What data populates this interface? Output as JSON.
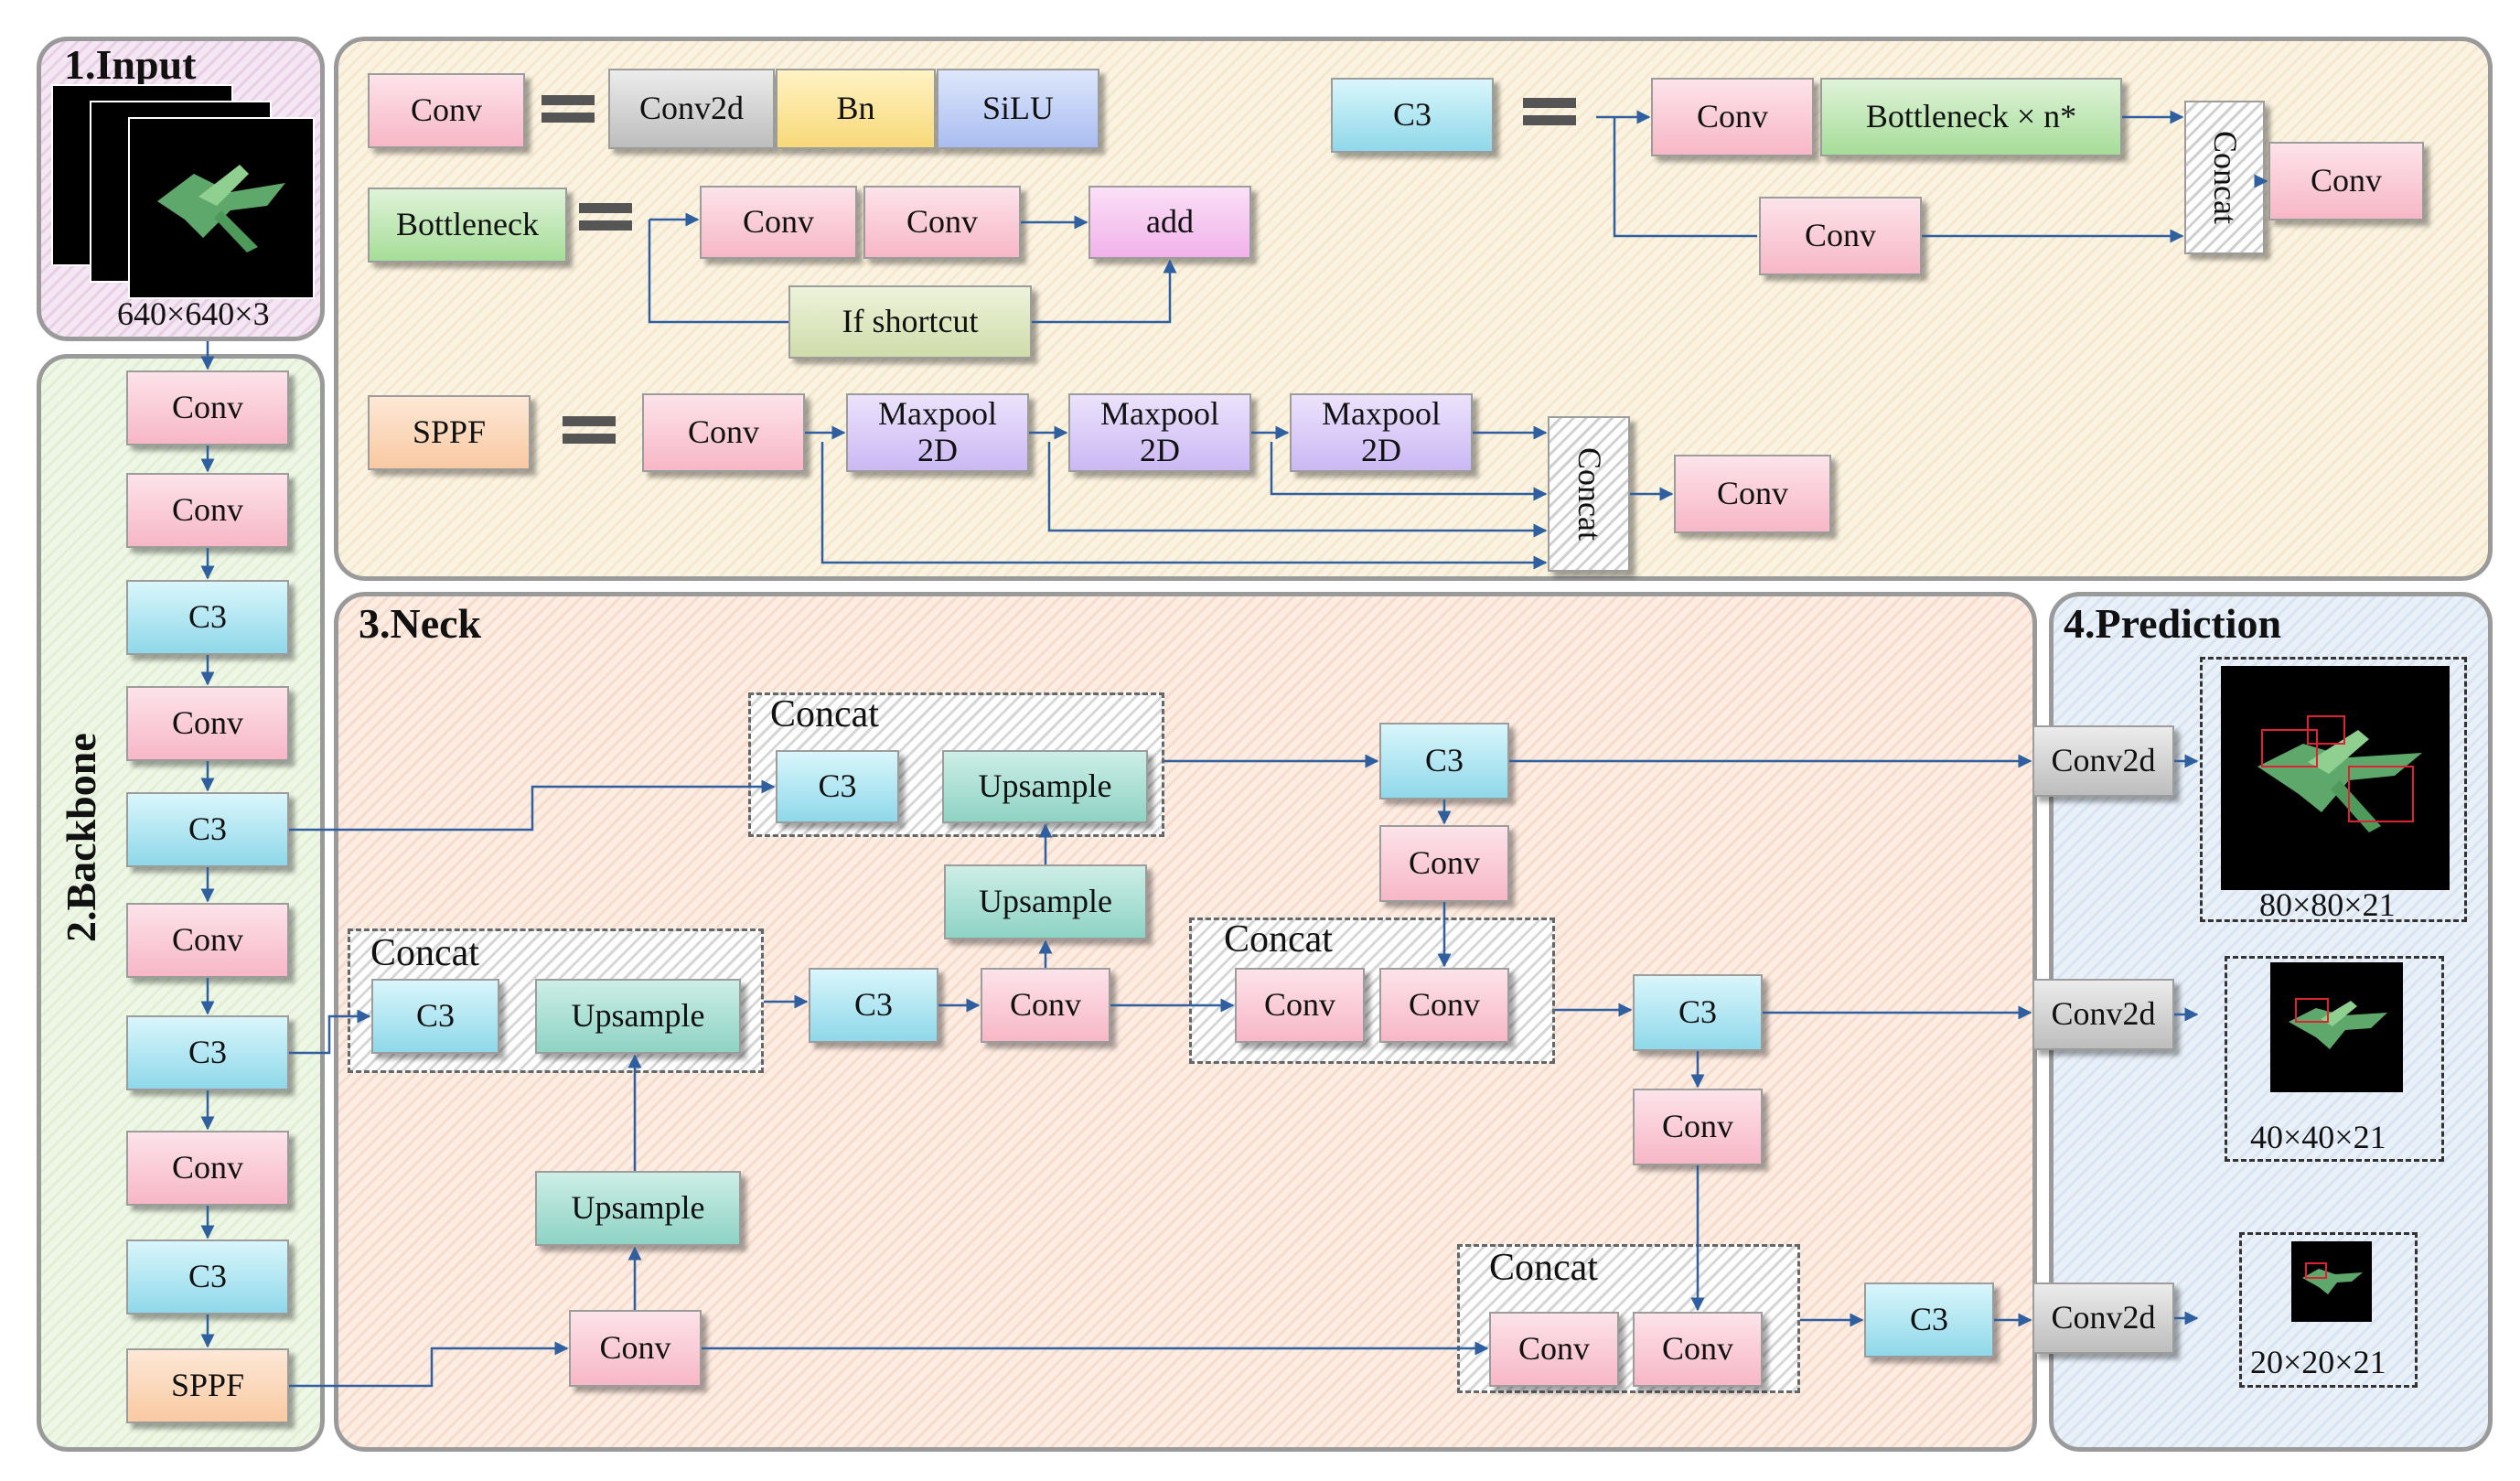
{
  "panels": {
    "input_title": "1.Input",
    "backbone_title": "2.Backbone",
    "neck_title": "3.Neck",
    "prediction_title": "4.Prediction"
  },
  "input": {
    "size": "640×640×3"
  },
  "backbone": {
    "layers": [
      "Conv",
      "Conv",
      "C3",
      "Conv",
      "C3",
      "Conv",
      "C3",
      "Conv",
      "C3",
      "SPPF"
    ]
  },
  "modules": {
    "conv_def": {
      "name": "Conv",
      "parts": [
        "Conv2d",
        "Bn",
        "SiLU"
      ]
    },
    "bottleneck_def": {
      "name": "Bottleneck",
      "conv1": "Conv",
      "conv2": "Conv",
      "add": "add",
      "shortcut": "If shortcut"
    },
    "sppf_def": {
      "name": "SPPF",
      "conv_in": "Conv",
      "maxpool": [
        "Maxpool\n2D",
        "Maxpool\n2D",
        "Maxpool\n2D"
      ],
      "concat": "Concat",
      "conv_out": "Conv"
    },
    "c3_def": {
      "name": "C3",
      "conv1": "Conv",
      "bottleneck": "Bottleneck × n*",
      "conv2": "Conv",
      "concat": "Concat",
      "conv_out": "Conv"
    }
  },
  "neck": {
    "concat_label": "Concat",
    "conv": "Conv",
    "c3": "C3",
    "upsample": "Upsample"
  },
  "prediction": {
    "head": "Conv2d",
    "outputs": [
      "80×80×21",
      "40×40×21",
      "20×20×21"
    ]
  },
  "colors": {
    "conv": "#f7b7c7",
    "c3": "#8fd8ea",
    "upsample": "#8ed3c4",
    "conv2d": "#bdbdbd",
    "arrow": "#2f5f9e"
  }
}
